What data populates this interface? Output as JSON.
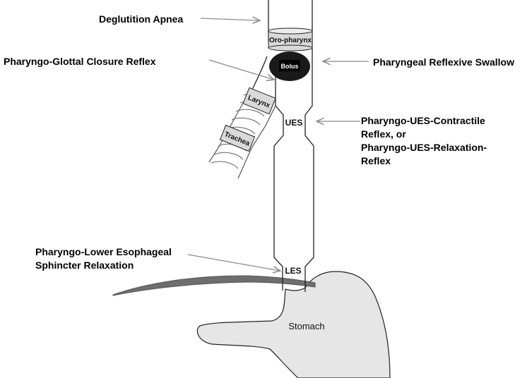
{
  "labels": {
    "deglutition_apnea": "Deglutition Apnea",
    "pharyngo_glottal": "Pharyngo-Glottal Closure Reflex",
    "pharyngeal_swallow": "Pharyngeal Reflexive Swallow",
    "ues_reflex_line1": "Pharyngo-UES-Contractile",
    "ues_reflex_line2": "Reflex, or",
    "ues_reflex_line3": "Pharyngo-UES-Relaxation-",
    "ues_reflex_line4": "Reflex",
    "les_relax_line1": "Pharyngo-Lower Esophageal",
    "les_relax_line2": "Sphincter Relaxation"
  },
  "anatomy": {
    "oropharynx": "Oro-pharynx",
    "bolus": "Bolus",
    "larynx": "Larynx",
    "trachea": "Trachea",
    "ues": "UES",
    "les": "LES",
    "stomach": "Stomach"
  },
  "colors": {
    "line": "#222222",
    "arrow": "#8c8c8c",
    "bolus": "#1a1a1a",
    "box_fill": "#d9d9d9",
    "stomach_fill": "#e6e6e6",
    "diaphragm": "#6e6e6e"
  }
}
